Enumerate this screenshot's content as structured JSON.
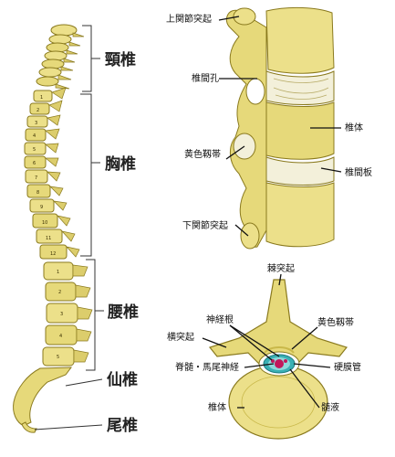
{
  "spine_regions": {
    "cervical": "頸椎",
    "thoracic": "胸椎",
    "lumbar": "腰椎",
    "sacrum": "仙椎",
    "coccyx": "尾椎"
  },
  "side_view_labels": {
    "superior_articular_process": "上関節突起",
    "intervertebral_foramen": "椎間孔",
    "ligamentum_flavum": "黄色靱帯",
    "vertebral_body": "椎体",
    "intervertebral_disc": "椎間板",
    "inferior_articular_process": "下関節突起"
  },
  "top_view_labels": {
    "spinous_process": "棘突起",
    "nerve_root": "神経根",
    "ligamentum_flavum": "黄色靱帯",
    "transverse_process": "横突起",
    "spinal_cord_cauda_equina": "脊髄・馬尾神経",
    "dura_mater_tube": "硬膜管",
    "vertebral_body": "椎体",
    "cerebrospinal_fluid": "髄液"
  },
  "colors": {
    "bone": "#ece08a",
    "bone_dark": "#c9b84a",
    "bone_outline": "#8a7a1e",
    "disc": "#f3f0da",
    "dura": "#3ab0b4",
    "cord": "#c2185b"
  }
}
